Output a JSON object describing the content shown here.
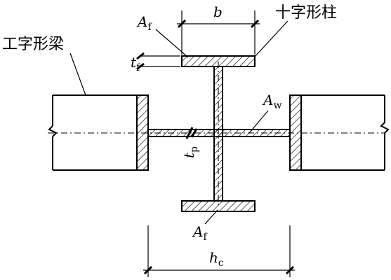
{
  "labels": {
    "beam": "工字形梁",
    "column": "十字形柱",
    "flange_area_top": {
      "sym": "A",
      "sub": "f"
    },
    "flange_area_bottom": {
      "sym": "A",
      "sub": "f"
    },
    "web_area": {
      "sym": "A",
      "sub": "w"
    },
    "flange_thickness": {
      "sym": "t",
      "sub": "f"
    },
    "panel_thickness": {
      "sym": "t",
      "sub": "p"
    },
    "flange_width": {
      "sym": "b"
    },
    "column_depth": {
      "sym": "h",
      "sub": "c"
    }
  }
}
